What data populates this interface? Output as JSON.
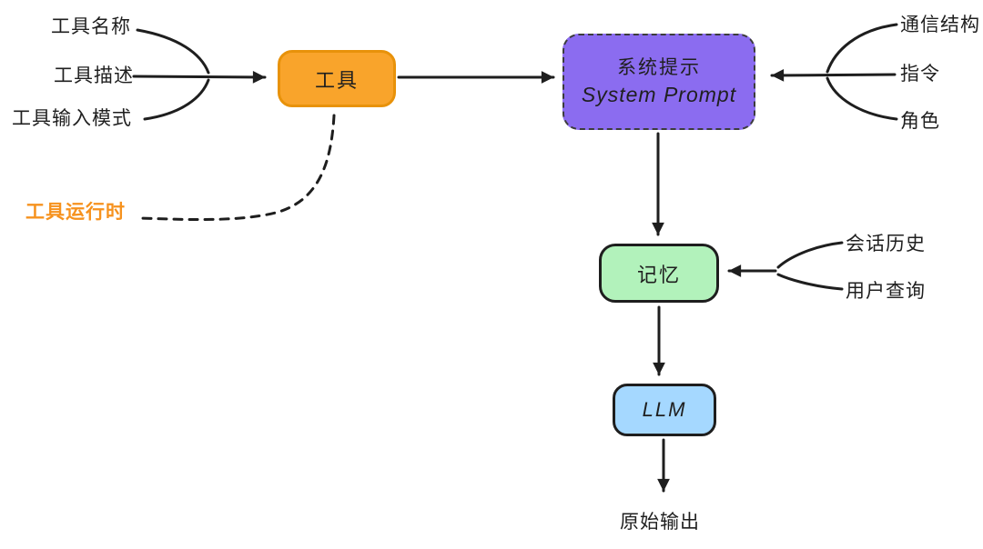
{
  "colors": {
    "ink": "#1e1e1e",
    "tool_fill": "#f9a42b",
    "tool_stroke": "#e8920a",
    "runtime_text": "#f6921e",
    "system_fill": "#8b6cf0",
    "system_stroke": "#3c3c3c",
    "memory_fill": "#b2f2bb",
    "memory_stroke": "#1e1e1e",
    "llm_fill": "#a5d8ff",
    "llm_stroke": "#1e1e1e"
  },
  "nodes": {
    "tool": {
      "label": "工具"
    },
    "system_prompt": {
      "label_zh": "系统提示",
      "label_en": "System Prompt"
    },
    "memory": {
      "label": "记忆"
    },
    "llm": {
      "label": "LLM"
    }
  },
  "tool_inputs": [
    "工具名称",
    "工具描述",
    "工具输入模式"
  ],
  "tool_runtime_label": "工具运行时",
  "system_inputs": [
    "通信结构",
    "指令",
    "角色"
  ],
  "memory_inputs": [
    "会话历史",
    "用户查询"
  ],
  "output_label": "原始输出"
}
